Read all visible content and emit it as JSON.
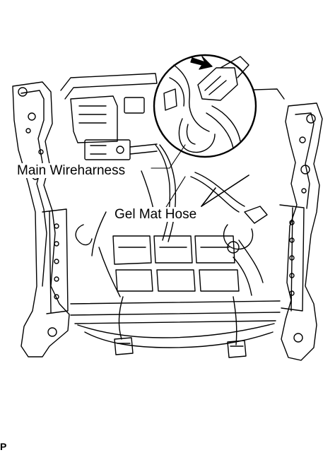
{
  "labels": {
    "main_wireharness": "Main Wireharness",
    "gel_mat_hose": "Gel Mat Hose",
    "figure_code": "P"
  }
}
